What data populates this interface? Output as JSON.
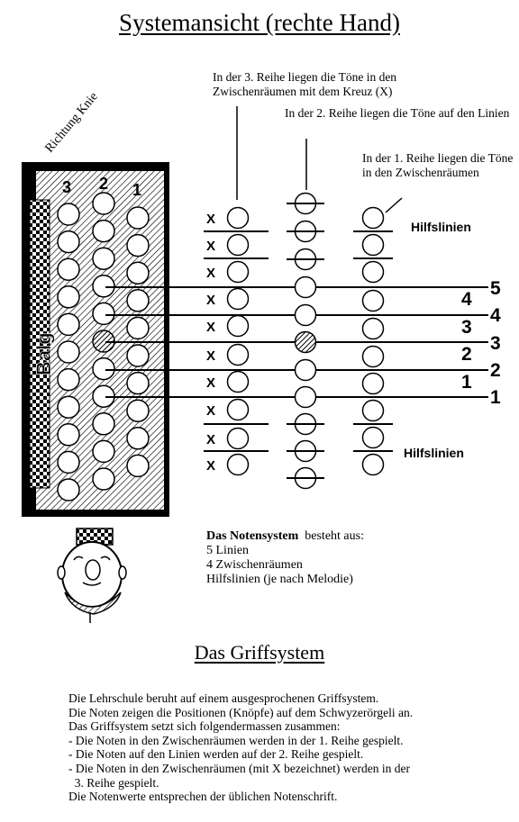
{
  "title": "Systemansicht (rechte Hand)",
  "knee_label": "Richtung Knie",
  "bellows_label": "Balg",
  "row_numbers": [
    "3",
    "2",
    "1"
  ],
  "annotations": {
    "row3": "In der 3. Reihe liegen die Töne in den Zwischenräumen mit dem Kreuz (X)",
    "row2": "In der 2. Reihe liegen die Töne auf den Linien",
    "row1": "In der 1. Reihe liegen die Töne in den Zwischenräumen",
    "helper_top": "Hilfslinien",
    "helper_bottom": "Hilfslinien"
  },
  "cross_mark": "X",
  "line_numbers_left": [
    "4",
    "3",
    "2",
    "1"
  ],
  "line_numbers_right": [
    "5",
    "4",
    "3",
    "2",
    "1"
  ],
  "legend": {
    "heading": "Das Notensystem",
    "heading_rest": "besteht aus:",
    "items": [
      "5  Linien",
      "4  Zwischenräumen",
      "Hilfslinien (je nach Melodie)"
    ]
  },
  "section_title": "Das Griffsystem",
  "body_lines": [
    "Die Lehrschule beruht auf einem ausgesprochenen Griffsystem.",
    "Die Noten zeigen die Positionen (Knöpfe) auf dem Schwyzerörgeli an.",
    "Das Griffsystem setzt sich folgendermassen zusammen:",
    "- Die Noten in den Zwischenräumen werden in der 1. Reihe gespielt.",
    "- Die Noten auf den Linien werden auf der 2. Reihe gespielt.",
    "- Die Noten in den Zwischenräumen (mit X bezeichnet) werden in der",
    "  3. Reihe gespielt.",
    "Die Notenwerte entsprechen der üblichen Notenschrift."
  ]
}
